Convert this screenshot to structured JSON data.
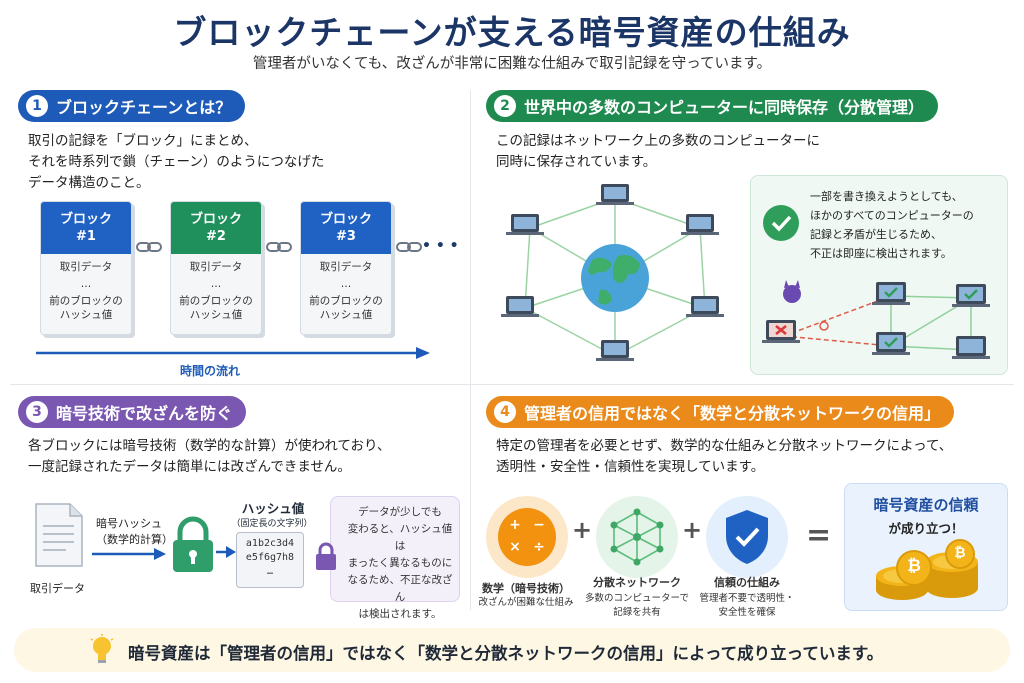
{
  "header": {
    "title": "ブロックチェーンが支える暗号資産の仕組み",
    "subtitle": "管理者がいなくても、改ざんが非常に困難な仕組みで取引記録を守っています。"
  },
  "section1": {
    "num": "1",
    "title": "ブロックチェーンとは？",
    "desc": [
      "取引の記録を「ブロック」にまとめ、",
      "それを時系列で鎖（チェーン）のようにつなげた",
      "データ構造のこと。"
    ],
    "blocks": [
      {
        "name": "ブロック",
        "num": "#1",
        "data": "取引データ",
        "dots": "…",
        "prev1": "前のブロックの",
        "prev2": "ハッシュ値"
      },
      {
        "name": "ブロック",
        "num": "#2",
        "data": "取引データ",
        "dots": "…",
        "prev1": "前のブロックの",
        "prev2": "ハッシュ値"
      },
      {
        "name": "ブロック",
        "num": "#3",
        "data": "取引データ",
        "dots": "…",
        "prev1": "前のブロックの",
        "prev2": "ハッシュ値"
      }
    ],
    "more": "• • •",
    "time_label": "時間の流れ"
  },
  "section2": {
    "num": "2",
    "title": "世界中の多数のコンピューターに同時保存（分散管理）",
    "desc": [
      "この記録はネットワーク上の多数のコンピューターに",
      "同時に保存されています。"
    ],
    "note": [
      "一部を書き換えようとしても、",
      "ほかのすべてのコンピューターの",
      "記録と矛盾が生じるため、",
      "不正は即座に検出されます。"
    ]
  },
  "section3": {
    "num": "3",
    "title": "暗号技術で改ざんを防ぐ",
    "desc": [
      "各ブロックには暗号技術（数学的な計算）が使われており、",
      "一度記録されたデータは簡単には改ざんできません。"
    ],
    "doc_label": "取引データ",
    "hash_func_1": "暗号ハッシュ",
    "hash_func_2": "（数学的計算）",
    "hash_title": "ハッシュ値",
    "hash_sub": "（固定長の文字列）",
    "hash_lines": [
      "a1b2c3d4",
      "e5f6g7h8",
      "…"
    ],
    "warn": [
      "データが少しでも",
      "変わると、ハッシュ値は",
      "まったく異なるものに",
      "なるため、不正な改ざん",
      "は検出されます。"
    ]
  },
  "section4": {
    "num": "4",
    "title": "管理者の信用ではなく「数学と分散ネットワークの信用」",
    "desc": [
      "特定の管理者を必要とせず、数学的な仕組みと分散ネットワークによって、",
      "透明性・安全性・信頼性を実現しています。"
    ],
    "items": [
      {
        "title": "数学（暗号技術）",
        "sub1": "改ざんが困難な仕組み",
        "sub2": ""
      },
      {
        "title": "分散ネットワーク",
        "sub1": "多数のコンピューターで",
        "sub2": "記録を共有"
      },
      {
        "title": "信頼の仕組み",
        "sub1": "管理者不要で透明性・",
        "sub2": "安全性を確保"
      }
    ],
    "plus": "+",
    "equals": "=",
    "math_symbols": [
      "+",
      "−",
      "×",
      "÷"
    ],
    "result_title": "暗号資産の信頼",
    "result_sub": "が成り立つ！",
    "coin_symbol": "₿"
  },
  "footer": {
    "text": "暗号資産は「管理者の信用」ではなく「数学と分散ネットワークの信用」によって成り立っています。"
  },
  "colors": {
    "navy": "#1b3566",
    "blue": "#1e5bb8",
    "green": "#1f8a4f",
    "purple": "#7a57b0",
    "orange": "#ea8a1a",
    "gold": "#f2b418"
  }
}
